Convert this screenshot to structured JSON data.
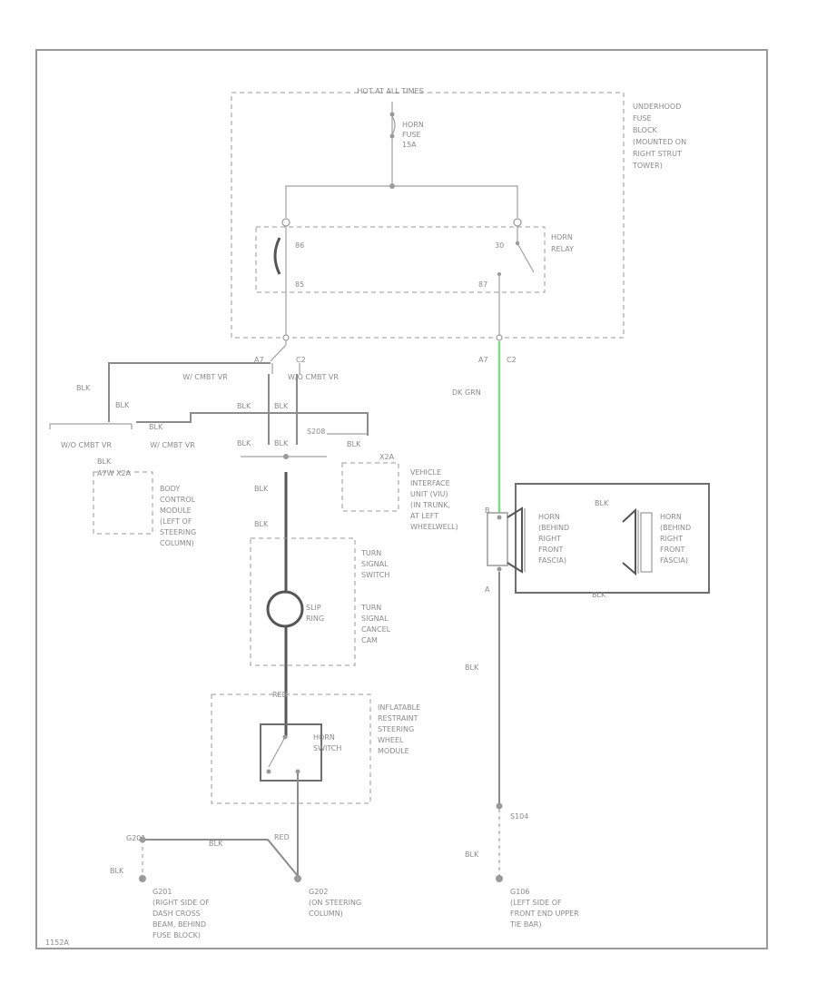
{
  "fuse_block": {
    "top_label": "HOT AT ALL TIMES",
    "fuse_label": [
      "HORN",
      "FUSE",
      "15A"
    ],
    "block_label": [
      "UNDERHOOD",
      "FUSE",
      "BLOCK",
      "(MOUNTED ON",
      "RIGHT STRUT",
      "TOWER)"
    ],
    "relay_label": [
      "HORN",
      "RELAY"
    ],
    "pin_86": "86",
    "pin_30": "30",
    "pin_85": "85",
    "pin_87": "87"
  },
  "connectors": {
    "c2_left_pin": "A7",
    "c2_left": "C2",
    "c2_right_pin": "A7",
    "c2_right": "C2",
    "split_left": "W/ CMBT VR",
    "split_right": "W/O CMBT VR",
    "lower_left": "W/O CMBT VR",
    "lower_right": "W/ CMBT VR",
    "splice_s208": "S208"
  },
  "wires": {
    "blk_1": "BLK",
    "blk_2": "BLK",
    "blk_3": "BLK",
    "blk_4": "BLK",
    "blk_5": "BLK",
    "blk_6": "BLK",
    "blk_7": "BLK",
    "blk_8": "BLK",
    "blk_9": "BLK",
    "blk_10": "BLK",
    "blk_11": "BLK",
    "blk_12": "BLK",
    "blk_13": "BLK",
    "blk_14": "BLK",
    "blk_15": "BLK",
    "blk_16": "BLK",
    "red_1": "RED",
    "red_2": "RED",
    "dk_grn": "DK GRN"
  },
  "bcm": {
    "pins": "A7W  X2A",
    "label": [
      "BODY",
      "CONTROL",
      "MODULE",
      "(LEFT OF",
      "STEERING",
      "COLUMN)"
    ]
  },
  "vim": {
    "pin": "X2A",
    "label": [
      "VEHICLE",
      "INTERFACE",
      "UNIT (VIU)",
      "(IN TRUNK,",
      "AT LEFT",
      "WHEELWELL)"
    ]
  },
  "steering": {
    "turn_switch": [
      "TURN",
      "SIGNAL",
      "SWITCH"
    ],
    "slip_ring": [
      "SLIP",
      "RING"
    ],
    "turn_cancel": [
      "TURN",
      "SIGNAL",
      "CANCEL",
      "CAM"
    ],
    "horn_switch": [
      "HORN",
      "SWITCH"
    ],
    "airbag_module": [
      "INFLATABLE",
      "RESTRAINT",
      "STEERING",
      "WHEEL",
      "MODULE"
    ]
  },
  "horns": {
    "pin_top": "B",
    "pin_bottom": "A",
    "left_label": [
      "HORN",
      "(BEHIND",
      "RIGHT",
      "FRONT",
      "FASCIA)"
    ],
    "right_label": [
      "HORN",
      "(BEHIND",
      "RIGHT",
      "FRONT",
      "FASCIA)"
    ]
  },
  "grounds": {
    "g201": "G201",
    "g201_desc": [
      "(RIGHT SIDE OF",
      "DASH CROSS",
      "BEAM, BEHIND",
      "FUSE BLOCK)"
    ],
    "g202": "G202",
    "g202_desc": [
      "(ON STEERING",
      "COLUMN)"
    ],
    "g106": "G106",
    "g106_desc": [
      "(LEFT SIDE OF",
      "FRONT END UPPER",
      "TIE BAR)"
    ],
    "s104": "S104"
  },
  "figure_id": "1152A"
}
